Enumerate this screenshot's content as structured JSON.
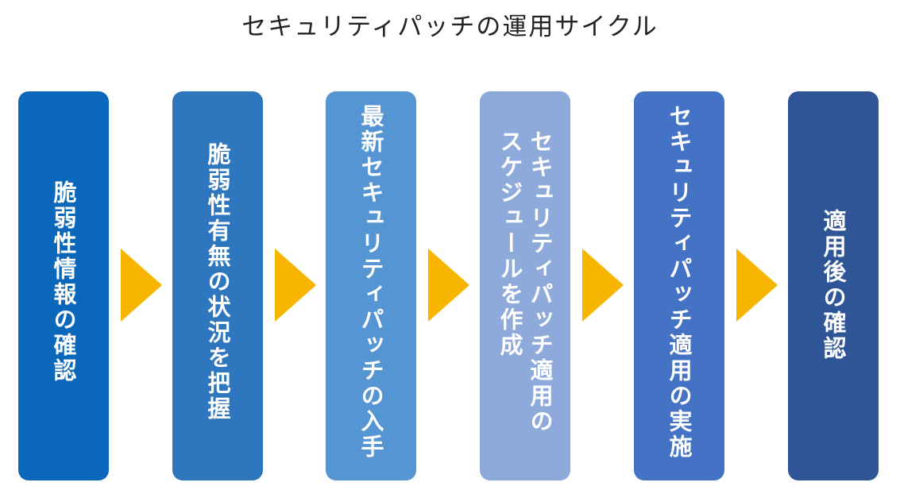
{
  "diagram": {
    "title": "セキュリティパッチの運用サイクル",
    "arrow_color": "#f7b500",
    "steps": [
      {
        "label": "脆弱性情報の確認",
        "color": "#0b67b9"
      },
      {
        "label": "脆弱性有無の状況を把握",
        "color": "#2e76be"
      },
      {
        "label": "最新セキュリティパッチの入手",
        "color": "#5595d4"
      },
      {
        "label": "セキュリティパッチ適用の\nスケジュールを作成",
        "color": "#8eaadb"
      },
      {
        "label": "セキュリティパッチ適用の実施",
        "color": "#4472c4"
      },
      {
        "label": "適用後の確認",
        "color": "#2f5597"
      }
    ]
  }
}
